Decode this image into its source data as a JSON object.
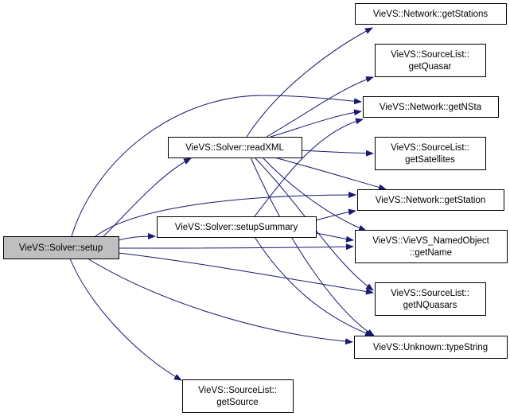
{
  "colors": {
    "edge": "#191970",
    "node_fill": "#ffffff",
    "root_fill": "#bfbfbf",
    "node_stroke": "#000000"
  },
  "nodes": {
    "setup": {
      "lines": [
        "VieVS::Solver::setup"
      ]
    },
    "readXML": {
      "lines": [
        "VieVS::Solver::readXML"
      ]
    },
    "setupSummary": {
      "lines": [
        "VieVS::Solver::setupSummary"
      ]
    },
    "getSource": {
      "lines": [
        "VieVS::SourceList::",
        "getSource"
      ]
    },
    "getStations": {
      "lines": [
        "VieVS::Network::getStations"
      ]
    },
    "getQuasar": {
      "lines": [
        "VieVS::SourceList::",
        "getQuasar"
      ]
    },
    "getNSta": {
      "lines": [
        "VieVS::Network::getNSta"
      ]
    },
    "getSatellites": {
      "lines": [
        "VieVS::SourceList::",
        "getSatellites"
      ]
    },
    "getStation": {
      "lines": [
        "VieVS::Network::getStation"
      ]
    },
    "getName": {
      "lines": [
        "VieVS::VieVS_NamedObject",
        "::getName"
      ]
    },
    "getNQuasars": {
      "lines": [
        "VieVS::SourceList::",
        "getNQuasars"
      ]
    },
    "typeString": {
      "lines": [
        "VieVS::Unknown::typeString"
      ]
    }
  },
  "edges": [
    {
      "from": "setup",
      "to": "readXML"
    },
    {
      "from": "setup",
      "to": "setupSummary"
    },
    {
      "from": "setup",
      "to": "getSource"
    },
    {
      "from": "setup",
      "to": "getNSta"
    },
    {
      "from": "setup",
      "to": "getStation"
    },
    {
      "from": "setup",
      "to": "getName"
    },
    {
      "from": "setup",
      "to": "getNQuasars"
    },
    {
      "from": "setup",
      "to": "typeString"
    },
    {
      "from": "readXML",
      "to": "getStations"
    },
    {
      "from": "readXML",
      "to": "getQuasar"
    },
    {
      "from": "readXML",
      "to": "getNSta"
    },
    {
      "from": "readXML",
      "to": "getSatellites"
    },
    {
      "from": "readXML",
      "to": "getStation"
    },
    {
      "from": "readXML",
      "to": "getName"
    },
    {
      "from": "readXML",
      "to": "getNQuasars"
    },
    {
      "from": "readXML",
      "to": "typeString"
    },
    {
      "from": "setupSummary",
      "to": "getNSta"
    },
    {
      "from": "setupSummary",
      "to": "getStation"
    },
    {
      "from": "setupSummary",
      "to": "getName"
    },
    {
      "from": "setupSummary",
      "to": "typeString"
    }
  ]
}
